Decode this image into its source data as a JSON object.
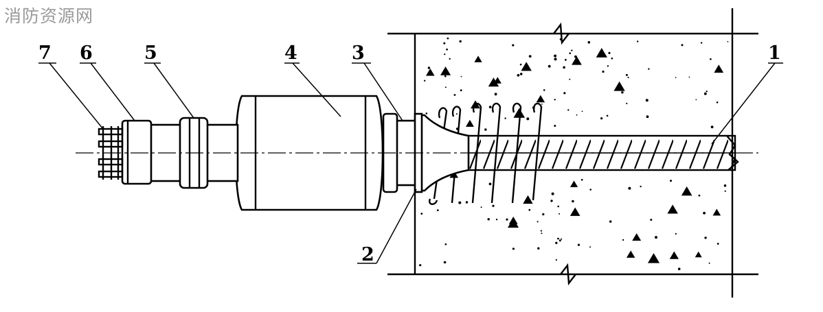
{
  "watermark": "消防资源网",
  "callouts": {
    "c1": "1",
    "c2": "2",
    "c3": "3",
    "c4": "4",
    "c5": "5",
    "c6": "6",
    "c7": "7"
  },
  "colors": {
    "line": "#000000",
    "background": "#ffffff",
    "watermark": "#9a9a9a"
  }
}
